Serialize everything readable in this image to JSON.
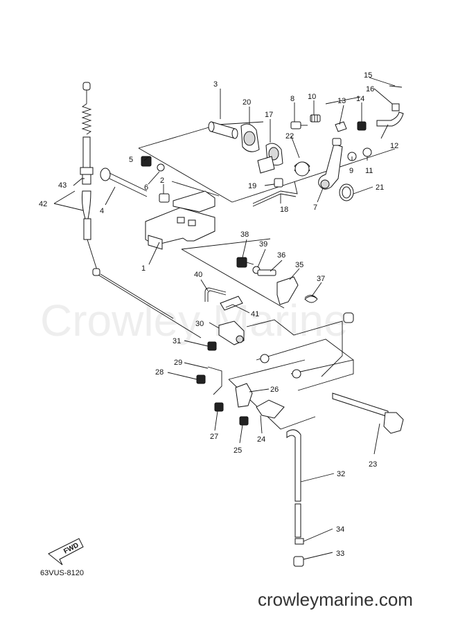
{
  "watermark": "Crowley Marine",
  "diagram_code": "63VUS-8120",
  "fwd_label": "FWD",
  "site": "crowleymarine.com",
  "parts": [
    {
      "id": "p1",
      "num": "1"
    },
    {
      "id": "p2",
      "num": "2"
    },
    {
      "id": "p3",
      "num": "3"
    },
    {
      "id": "p4",
      "num": "4"
    },
    {
      "id": "p5",
      "num": "5"
    },
    {
      "id": "p6",
      "num": "6"
    },
    {
      "id": "p7",
      "num": "7"
    },
    {
      "id": "p8",
      "num": "8"
    },
    {
      "id": "p9",
      "num": "9"
    },
    {
      "id": "p10",
      "num": "10"
    },
    {
      "id": "p11",
      "num": "11"
    },
    {
      "id": "p12",
      "num": "12"
    },
    {
      "id": "p13",
      "num": "13"
    },
    {
      "id": "p14",
      "num": "14"
    },
    {
      "id": "p15",
      "num": "15"
    },
    {
      "id": "p16",
      "num": "16"
    },
    {
      "id": "p17",
      "num": "17"
    },
    {
      "id": "p18",
      "num": "18"
    },
    {
      "id": "p19",
      "num": "19"
    },
    {
      "id": "p20",
      "num": "20"
    },
    {
      "id": "p21",
      "num": "21"
    },
    {
      "id": "p22",
      "num": "22"
    },
    {
      "id": "p23",
      "num": "23"
    },
    {
      "id": "p24",
      "num": "24"
    },
    {
      "id": "p25",
      "num": "25"
    },
    {
      "id": "p26",
      "num": "26"
    },
    {
      "id": "p27",
      "num": "27"
    },
    {
      "id": "p28",
      "num": "28"
    },
    {
      "id": "p29",
      "num": "29"
    },
    {
      "id": "p30",
      "num": "30"
    },
    {
      "id": "p31",
      "num": "31"
    },
    {
      "id": "p32",
      "num": "32"
    },
    {
      "id": "p33",
      "num": "33"
    },
    {
      "id": "p34",
      "num": "34"
    },
    {
      "id": "p35",
      "num": "35"
    },
    {
      "id": "p36",
      "num": "36"
    },
    {
      "id": "p37",
      "num": "37"
    },
    {
      "id": "p38",
      "num": "38"
    },
    {
      "id": "p39",
      "num": "39"
    },
    {
      "id": "p40",
      "num": "40"
    },
    {
      "id": "p41",
      "num": "41"
    },
    {
      "id": "p42",
      "num": "42"
    },
    {
      "id": "p43",
      "num": "43"
    }
  ]
}
